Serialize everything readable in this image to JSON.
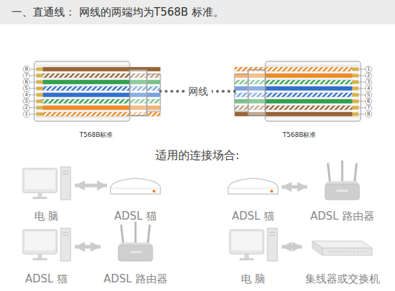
{
  "diagram": {
    "title": "一、直通线： 网线的两端均为T568B 标准。",
    "nodes": [
      {
        "text": [
          "T568B标准"
        ]
      },
      {
        "text": [
          "T568B标准"
        ]
      },
      {
        "text": [
          "电 脑"
        ]
      },
      {
        "text": [
          "ADSL 猫"
        ]
      },
      {
        "text": [
          "ADSL 猫"
        ]
      },
      {
        "text": [
          "ADSL 路由器"
        ]
      },
      {
        "text": [
          "ADSL 猫"
        ]
      },
      {
        "text": [
          "ADSL 路由器"
        ]
      },
      {
        "text": [
          "电 脑"
        ]
      },
      {
        "text": [
          "集线器或交换机"
        ]
      }
    ],
    "edges": [
      {
        "from": 0,
        "to": 1,
        "arrow": "none",
        "label": "网线"
      },
      {
        "from": 2,
        "to": 3,
        "arrow": "both"
      },
      {
        "from": 4,
        "to": 5,
        "arrow": "both"
      },
      {
        "from": 6,
        "to": 7,
        "arrow": "both"
      },
      {
        "from": 8,
        "to": 9,
        "arrow": "both"
      }
    ],
    "labels": [
      "8",
      "7",
      "6",
      "5",
      "4",
      "3",
      "2",
      "1",
      "1",
      "2",
      "3",
      "4",
      "5",
      "6",
      "7",
      "8",
      "适用的连接场合:"
    ]
  }
}
